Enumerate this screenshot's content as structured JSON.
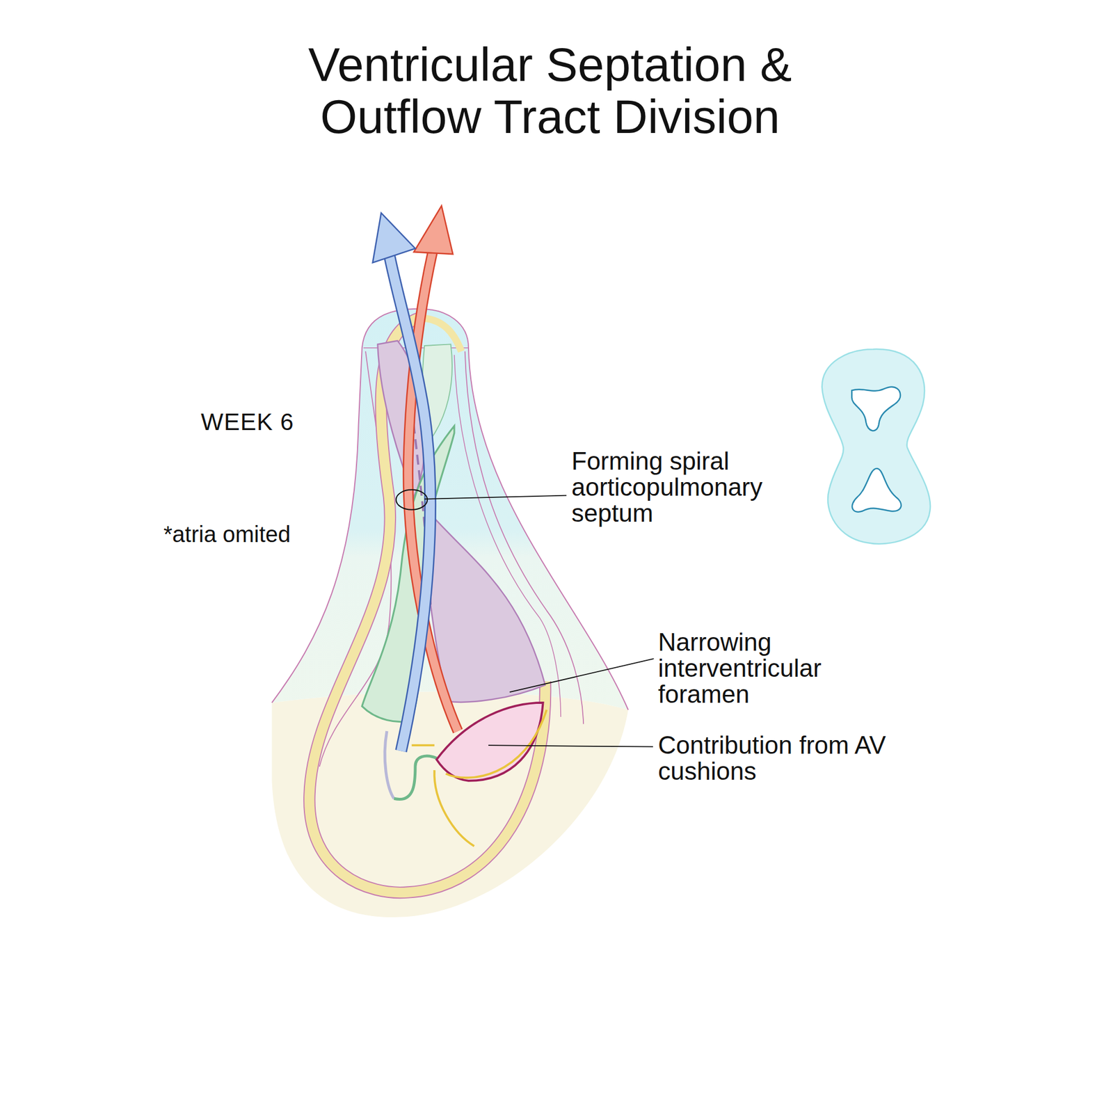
{
  "diagram": {
    "title": "Ventricular Septation & Outflow Tract Division",
    "labels": [
      "WEEK 6",
      "*atria omited",
      "Forming spiral aorticopulmonary septum",
      "Narrowing interventricular foramen",
      "Contribution from AV cushions"
    ]
  }
}
